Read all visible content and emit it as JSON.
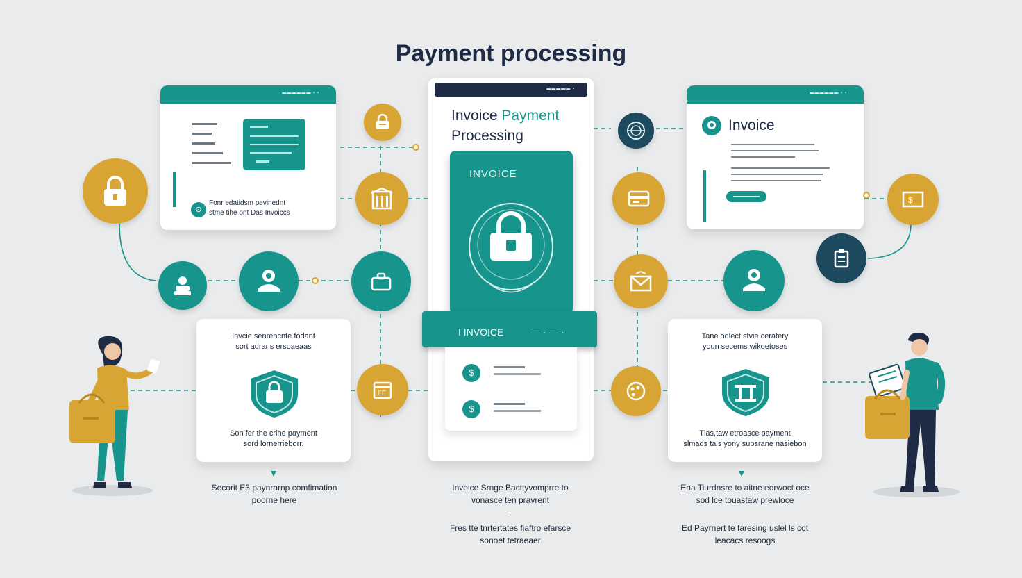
{
  "title": "Payment processing",
  "left_top_card": {
    "list_lines": [
      "",
      "",
      "",
      "",
      ""
    ],
    "panel_caption": "",
    "text_line1": "Fonr edatidsm pevinednt",
    "text_line2": "stme tihe ont Das Invoiccs"
  },
  "center_card": {
    "heading_part1": "Invoice",
    "heading_part2": "Payment",
    "heading_line2": "Processing",
    "panel_label": "INVOICE",
    "ribbon_label": "I INVOICE",
    "ribbon_dashes": "— · — ·",
    "row1_text": "",
    "row2_text": ""
  },
  "right_top_card": {
    "heading": "Invoice"
  },
  "left_bottom_card": {
    "top_line1": "Invcie senrencnte fodant",
    "top_line2": "sort adrans ersoaeaas",
    "bottom_line1": "Son fer the crihe payment",
    "bottom_line2": "sord lornerrieborr."
  },
  "right_bottom_card": {
    "top_line1": "Tane odlect stvie ceratery",
    "top_line2": "youn secems wikoetoses",
    "bottom_line1": "Tlas,taw etroasce payment",
    "bottom_line2": "slmads tals yony supsrane nasiebon"
  },
  "captions": {
    "left_line1": "Secorit E3 paynrarnp comfimation",
    "left_line2": "poorne here",
    "center_a_line1": "Invoice Srnge Bacttyvomprre to",
    "center_a_line2": "vonasce ten pravrent",
    "center_b_line1": "Fres tte tnrtertates fiaftro efarsce",
    "center_b_line2": "sonoet tetraeaer",
    "right_a_line1": "Ena Tiurdnsre to aitne eorwoct oce",
    "right_a_line2": "sod lce touastaw prewloce",
    "right_b_line1": "Ed Payrnert te faresing uslel ls cot",
    "right_b_line2": "leacacs resoogs"
  },
  "colors": {
    "teal": "#17948c",
    "gold": "#d8a534",
    "navy": "#1f2a44",
    "background": "#e9ebec"
  },
  "icons": [
    "lock-icon",
    "badge-icon",
    "building-icon",
    "user-icon",
    "briefcase-icon",
    "calendar-icon",
    "card-icon",
    "envelope-icon",
    "globe-icon",
    "dollar-icon",
    "clipboard-icon",
    "shield-lock-icon",
    "shield-bank-icon"
  ]
}
